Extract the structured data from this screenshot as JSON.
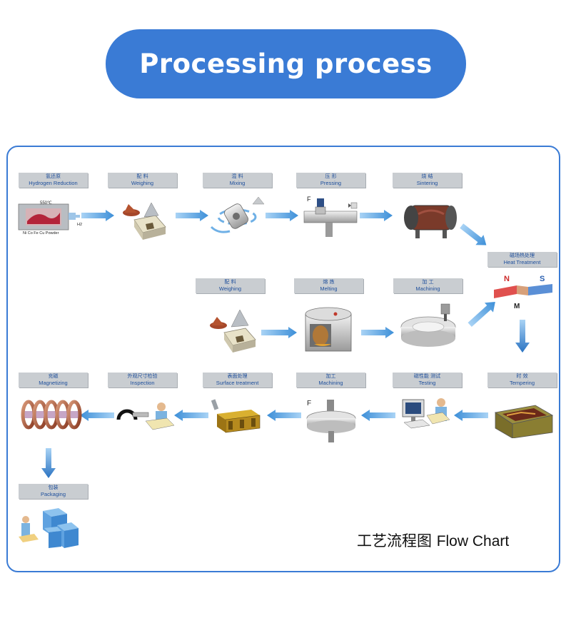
{
  "title": "Processing process",
  "steps": [
    {
      "zh": "氢还原",
      "en": "Hydrogen Reduction"
    },
    {
      "zh": "配 料",
      "en": "Weighing"
    },
    {
      "zh": "混 料",
      "en": "Mixing"
    },
    {
      "zh": "压 形",
      "en": "Pressing"
    },
    {
      "zh": "烧 结",
      "en": "Sintering"
    },
    {
      "zh": "磁场热处理",
      "en": "Heat Treatment"
    },
    {
      "zh": "配 料",
      "en": "Weighing"
    },
    {
      "zh": "熔 炼",
      "en": "Melting"
    },
    {
      "zh": "加 工",
      "en": "Machining"
    },
    {
      "zh": "充磁",
      "en": "Magnetizing"
    },
    {
      "zh": "外观尺寸检验",
      "en": "Inspection"
    },
    {
      "zh": "表面处理",
      "en": "Surface treatment"
    },
    {
      "zh": "加工",
      "en": "Machining"
    },
    {
      "zh": "磁性能 测试",
      "en": "Testing"
    },
    {
      "zh": "时 效",
      "en": "Tempering"
    },
    {
      "zh": "包装",
      "en": "Packaging"
    }
  ],
  "annotations": {
    "temperature": "550℃",
    "powder": "Ni Co Fe Cu Powder",
    "gas": "H2",
    "force": "F",
    "force2": "F",
    "north": "N",
    "south": "S",
    "magnet": "M"
  },
  "footer": {
    "zh": "工艺流程图",
    "en": "Flow Chart"
  },
  "colors": {
    "accent": "#3a7bd5",
    "arrow": "#5aa6e6",
    "label_bg": "#c9cdd1",
    "label_text": "#1e4f9c"
  }
}
